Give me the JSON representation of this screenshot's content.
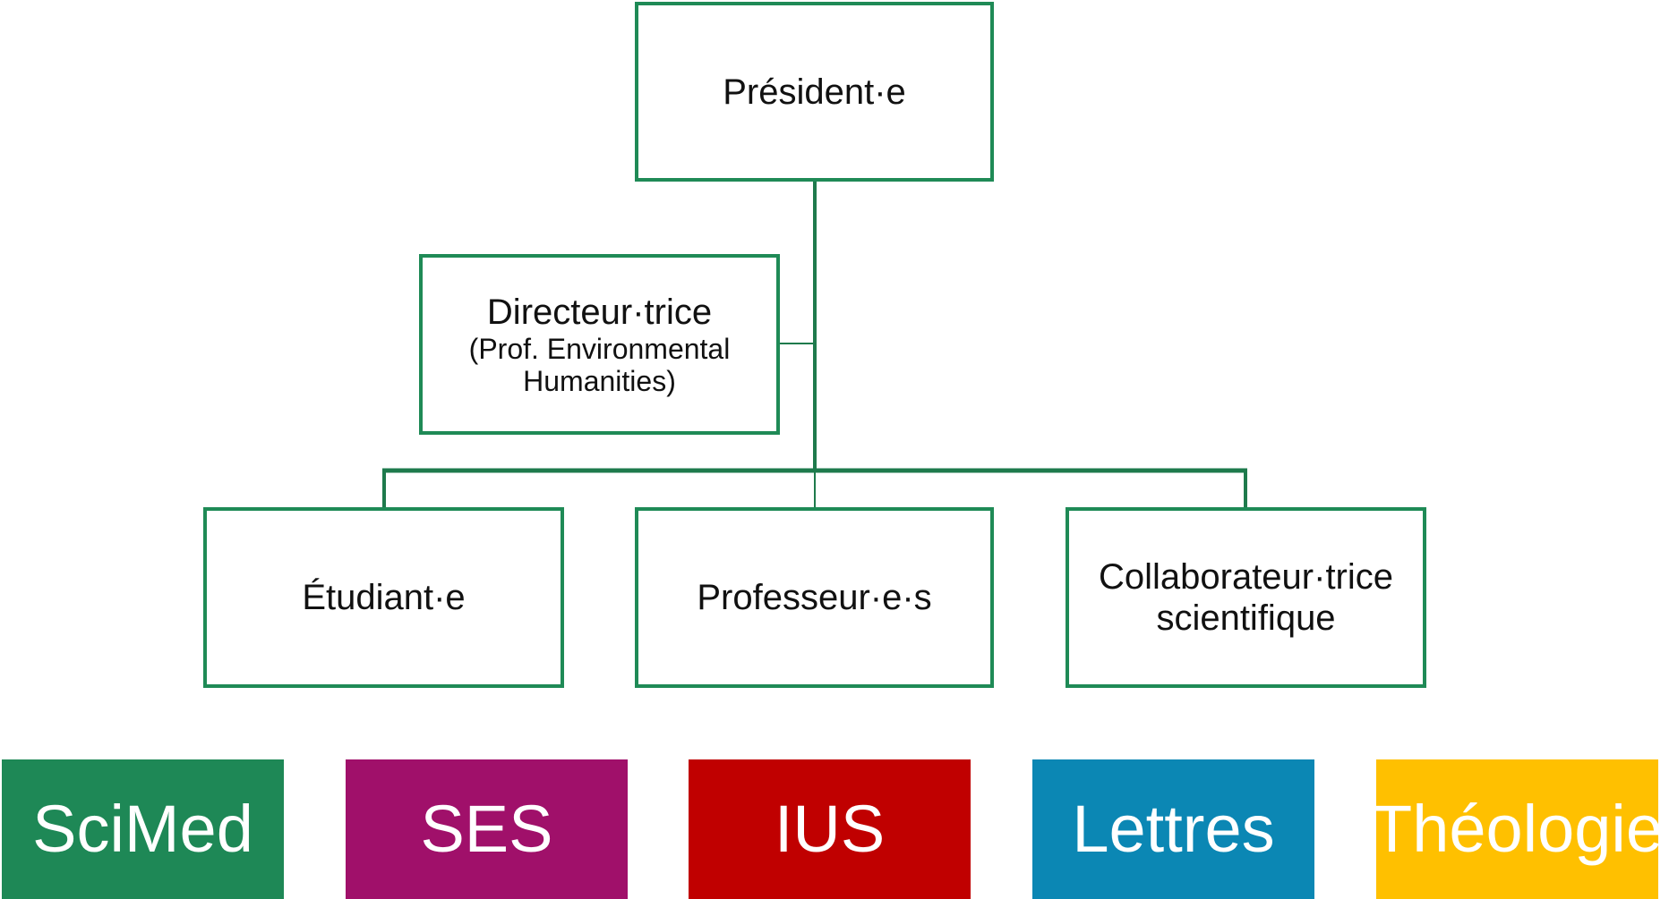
{
  "org_chart": {
    "president": {
      "label": "Président·e"
    },
    "director": {
      "label": "Directeur·trice",
      "sublabel": "(Prof. Environmental\nHumanities)"
    },
    "members": [
      {
        "label": "Étudiant·e"
      },
      {
        "label": "Professeur·e·s"
      },
      {
        "label": "Collaborateur·trice\nscientifique"
      }
    ],
    "border_color": "#1f8a56"
  },
  "faculties": [
    {
      "label": "SciMed",
      "color": "#1e8856"
    },
    {
      "label": "SES",
      "color": "#a0106a"
    },
    {
      "label": "IUS",
      "color": "#c00000"
    },
    {
      "label": "Lettres",
      "color": "#0b87b4"
    },
    {
      "label": "Théologie",
      "color": "#ffc000"
    }
  ]
}
